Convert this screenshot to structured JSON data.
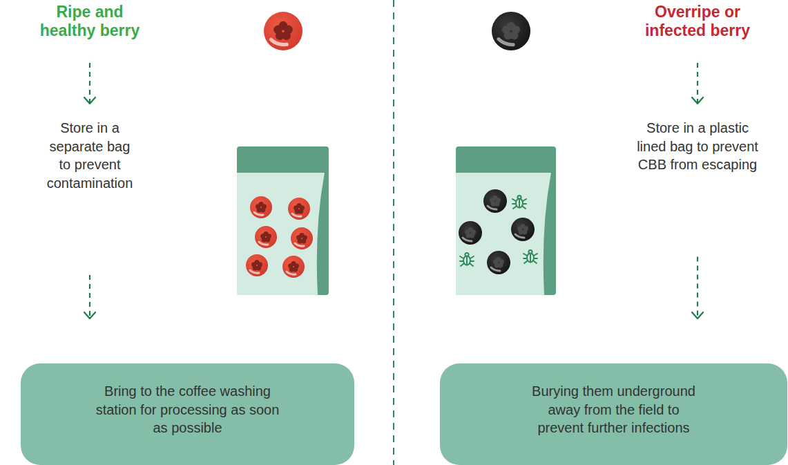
{
  "diagram": {
    "nodes": [
      {
        "text": [
          "Ripe and healthy berry"
        ]
      },
      {
        "text": [
          "Store in a separate bag to prevent contamination"
        ]
      },
      {
        "text": [
          "Bring to the coffee washing station for processing as soon as possible"
        ]
      },
      {
        "text": [
          "Overripe or infected berry"
        ]
      },
      {
        "text": [
          "Store in a plastic lined bag to prevent CBB from escaping"
        ]
      },
      {
        "text": [
          "Burying them underground away from the field to prevent further infections"
        ]
      }
    ],
    "edges": [
      {
        "from": 0,
        "to": 1,
        "arrow": "to"
      },
      {
        "from": 1,
        "to": 2,
        "arrow": "to"
      },
      {
        "from": 3,
        "to": 4,
        "arrow": "to"
      },
      {
        "from": 4,
        "to": 5,
        "arrow": "to"
      }
    ]
  }
}
